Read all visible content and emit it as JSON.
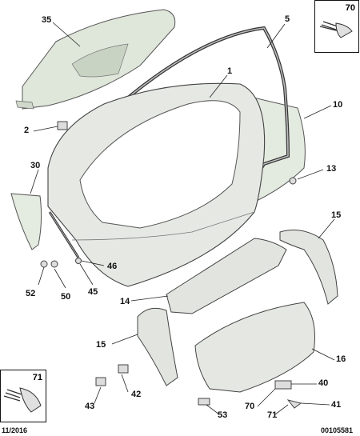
{
  "diagram": {
    "callouts": [
      {
        "id": "c35",
        "text": "35"
      },
      {
        "id": "c5",
        "text": "5"
      },
      {
        "id": "c1",
        "text": "1"
      },
      {
        "id": "c10",
        "text": "10"
      },
      {
        "id": "c2",
        "text": "2"
      },
      {
        "id": "c30",
        "text": "30"
      },
      {
        "id": "c13",
        "text": "13"
      },
      {
        "id": "c15a",
        "text": "15"
      },
      {
        "id": "c46",
        "text": "46"
      },
      {
        "id": "c52",
        "text": "52"
      },
      {
        "id": "c50",
        "text": "50"
      },
      {
        "id": "c45",
        "text": "45"
      },
      {
        "id": "c14",
        "text": "14"
      },
      {
        "id": "c15b",
        "text": "15"
      },
      {
        "id": "c16",
        "text": "16"
      },
      {
        "id": "c42",
        "text": "42"
      },
      {
        "id": "c40",
        "text": "40"
      },
      {
        "id": "c43",
        "text": "43"
      },
      {
        "id": "c70",
        "text": "70"
      },
      {
        "id": "c71",
        "text": "71"
      },
      {
        "id": "c41",
        "text": "41"
      },
      {
        "id": "c53",
        "text": "53"
      }
    ],
    "insets": [
      {
        "id": "inset70",
        "number": "70"
      },
      {
        "id": "inset71",
        "number": "71"
      }
    ],
    "footer": {
      "date": "11/2016",
      "reference": "00105581"
    }
  }
}
